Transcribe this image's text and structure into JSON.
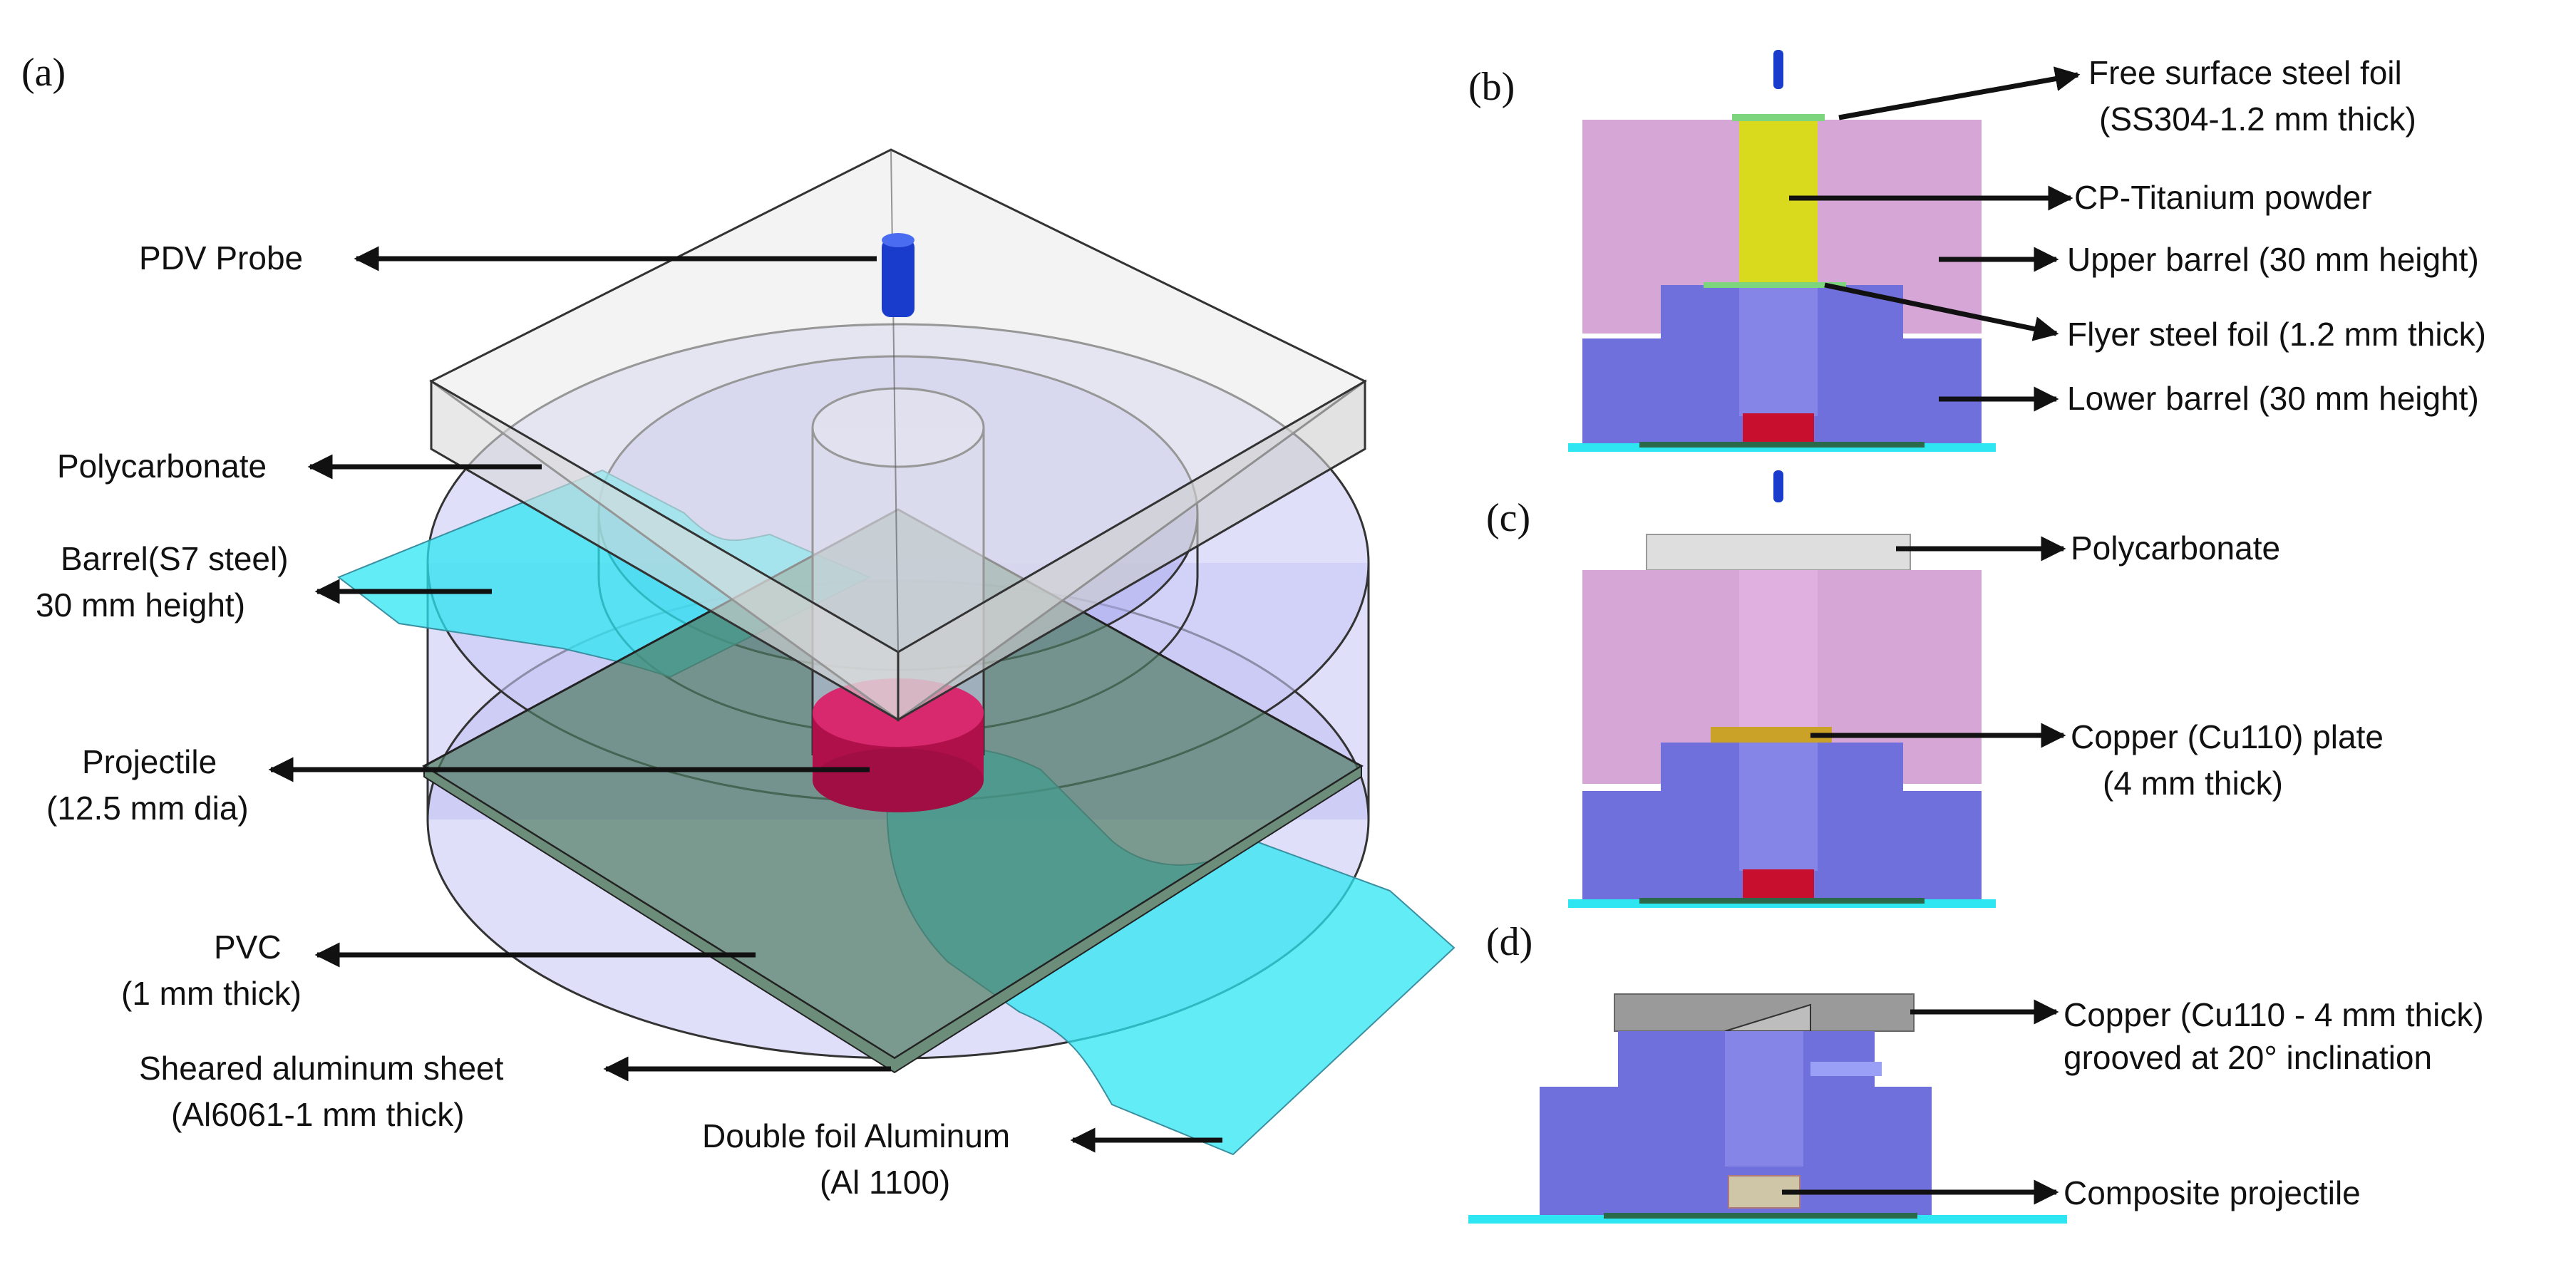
{
  "panels": {
    "a": "(a)",
    "b": "(b)",
    "c": "(c)",
    "d": "(d)"
  },
  "labels_a": {
    "pdv_probe": "PDV Probe",
    "polycarbonate": "Polycarbonate",
    "barrel_1": "Barrel(S7 steel)",
    "barrel_2": "30 mm height)",
    "projectile_1": "Projectile",
    "projectile_2": "(12.5 mm dia)",
    "pvc_1": "PVC",
    "pvc_2": "(1 mm thick)",
    "sheared_1": "Sheared aluminum sheet",
    "sheared_2": "(Al6061-1 mm thick)",
    "double_foil_1": "Double foil Aluminum",
    "double_foil_2": "(Al 1100)"
  },
  "labels_b": {
    "free_surface_1": "Free surface steel foil",
    "free_surface_2": "(SS304-1.2 mm thick)",
    "cp_titanium": "CP-Titanium powder",
    "upper_barrel": "Upper barrel (30 mm height)",
    "flyer_foil": "Flyer steel foil (1.2 mm thick)",
    "lower_barrel": "Lower barrel (30 mm height)"
  },
  "labels_c": {
    "polycarbonate": "Polycarbonate",
    "copper_1": "Copper (Cu110) plate",
    "copper_2": "(4 mm thick)"
  },
  "labels_d": {
    "copper_1": "Copper (Cu110 - 4 mm thick)",
    "copper_2": "grooved at 20° inclination",
    "composite": "Composite projectile"
  },
  "colors": {
    "barrel_violet": "#7070dc",
    "upper_barrel_pink": "#d6a6d6",
    "titanium_yellow": "#d9d91e",
    "projectile_red": "#c8102e",
    "foil_cyan": "#2ee6f2",
    "polycarbonate_gray": "#c9c9c9",
    "copper_gold": "#c9a227",
    "pvc_green": "#4f7a62",
    "probe_blue": "#1a3ccc"
  }
}
